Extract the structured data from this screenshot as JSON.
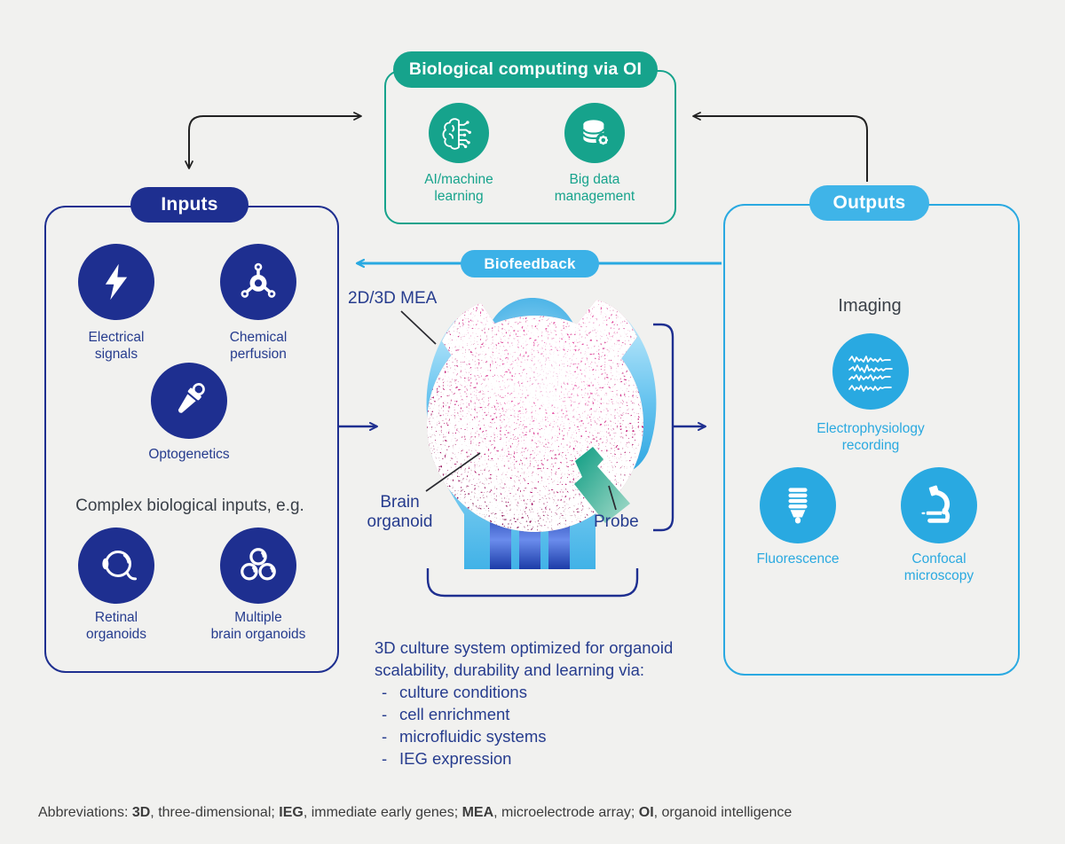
{
  "colors": {
    "background": "#f1f1ef",
    "teal": "#16a38c",
    "navy": "#1e2f90",
    "blue": "#2aa9e1",
    "navy_text": "#263c8e",
    "dark_text": "#3a4048",
    "organoid_pink": "#c7207f",
    "probe_teal": "#12a089"
  },
  "top_box": {
    "title": "Biological computing via OI",
    "items": [
      {
        "icon": "brain-circuit-icon",
        "label": "AI/machine\nlearning"
      },
      {
        "icon": "database-gear-icon",
        "label": "Big data\nmanagement"
      }
    ]
  },
  "inputs": {
    "title": "Inputs",
    "subheading": "Complex biological inputs, e.g.",
    "items": [
      {
        "icon": "lightning-icon",
        "label": "Electrical\nsignals"
      },
      {
        "icon": "molecule-icon",
        "label": "Chemical\nperfusion"
      },
      {
        "icon": "flashlight-icon",
        "label": "Optogenetics"
      },
      {
        "icon": "eye-icon",
        "label": "Retinal\norganoids"
      },
      {
        "icon": "three-spheres-icon",
        "label": "Multiple\nbrain organoids"
      }
    ]
  },
  "outputs": {
    "title": "Outputs",
    "heading": "Imaging",
    "items": [
      {
        "icon": "waveform-icon",
        "label": "Electrophysiology\nrecording"
      },
      {
        "icon": "cfl-bulb-icon",
        "label": "Fluorescence"
      },
      {
        "icon": "microscope-icon",
        "label": "Confocal\nmicroscopy"
      }
    ]
  },
  "center": {
    "biofeedback": "Biofeedback",
    "mea": "2D/3D MEA",
    "organoid": "Brain\norganoid",
    "probe": "Probe"
  },
  "culture_note": {
    "line1": "3D culture system optimized for organoid",
    "line2": "scalability, durability and learning via:",
    "bullets": [
      "culture conditions",
      "cell enrichment",
      "microfluidic systems",
      "IEG expression"
    ]
  },
  "footer": {
    "label": "Abbreviations: ",
    "entries": [
      {
        "abbr": "3D",
        "def": ", three-dimensional; "
      },
      {
        "abbr": "IEG",
        "def": ", immediate early genes; "
      },
      {
        "abbr": "MEA",
        "def": ", microelectrode array; "
      },
      {
        "abbr": "OI",
        "def": ", organoid intelligence"
      }
    ]
  }
}
